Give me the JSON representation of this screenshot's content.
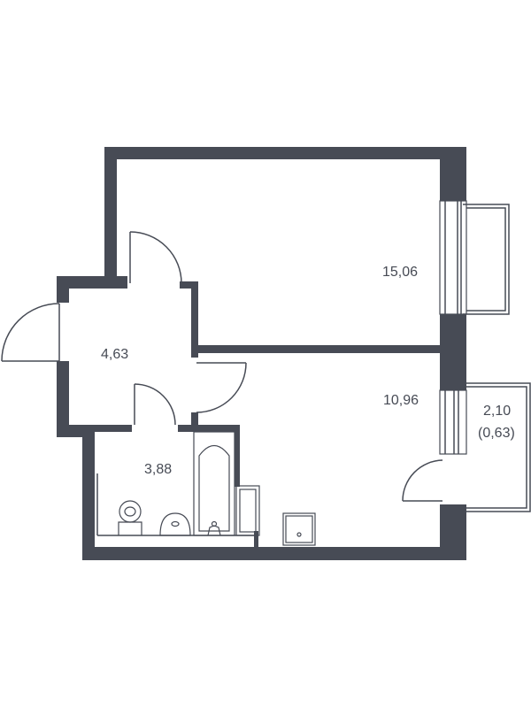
{
  "rooms": {
    "room_large": "15,06",
    "hallway": "4,63",
    "room_kitchen": "10,96",
    "bathroom": "3,88",
    "balcony_area": "2,10",
    "balcony_reduced": "(0,63)"
  },
  "colors": {
    "wall": "#474b55",
    "background": "#ffffff"
  }
}
